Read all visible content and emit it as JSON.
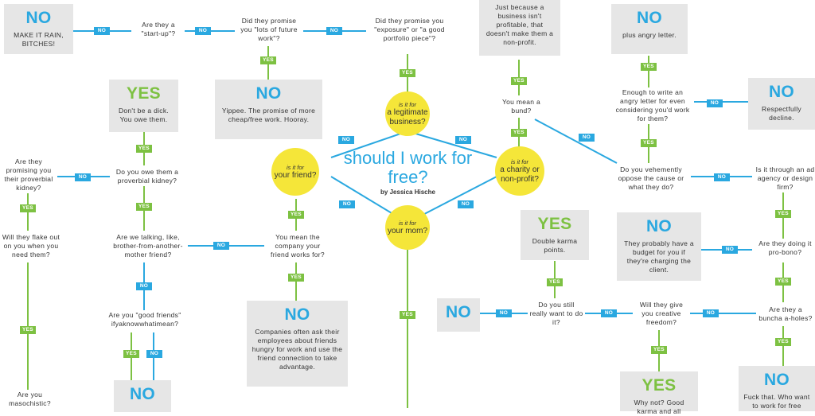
{
  "title": "should I work for free?",
  "byline": "by Jessica Hische",
  "circles": {
    "business": {
      "small": "is it for",
      "large": "a legitimate business?"
    },
    "friend": {
      "small": "is it for",
      "large": "your friend?"
    },
    "charity": {
      "small": "is it for",
      "large": "a charity or non-profit?"
    },
    "mom": {
      "small": "is it for",
      "large": "your mom?"
    }
  },
  "boxes": {
    "rain": {
      "heading": "NO",
      "text": "MAKE IT RAIN, BITCHES!"
    },
    "dick": {
      "heading": "YES",
      "text": "Don't be a dick. You owe them."
    },
    "yippee": {
      "heading": "NO",
      "text": "Yippee. The promise of more cheap/free work. Hooray."
    },
    "nonprofit": {
      "text": "Just because a business isn't profitable, that doesn't make them a non-profit."
    },
    "angry": {
      "heading": "NO",
      "text": "plus angry letter."
    },
    "decline": {
      "heading": "NO",
      "text": "Respectfully decline."
    },
    "karma": {
      "heading": "YES",
      "text": "Double karma points."
    },
    "budget": {
      "heading": "NO",
      "text": "They probably have a budget for you if they're charging the client."
    },
    "companies": {
      "heading": "NO",
      "text": "Companies often ask their employees about friends hungry for work and use the friend connection to take advantage."
    },
    "goodfriends": {
      "heading": "NO"
    },
    "stillwant": {
      "heading": "NO"
    },
    "whynot": {
      "heading": "YES",
      "text": "Why not? Good karma and all"
    },
    "fuckthat": {
      "heading": "NO",
      "text": "Fuck that. Who want to work for free"
    }
  },
  "questions": {
    "startup": "Are they a \"start-up\"?",
    "future": "Did they promise you \"lots of future work\"?",
    "exposure": "Did they promise you \"exposure\" or \"a good portfolio piece\"?",
    "kidney": "Are they promising you their proverbial kidney?",
    "owe": "Do you owe them a proverbial kidney?",
    "flake": "Will they flake out on you when you need them?",
    "brother": "Are we talking, like, brother-from-another-mother friend?",
    "goodfriends": "Are you \"good friends\" ifyaknowwhatimean?",
    "masochistic": "Are you masochistic?",
    "company": "You mean the company your friend works for?",
    "meanbund": "You mean a bund?",
    "enough": "Enough to write an angry letter for even considering you'd work for them?",
    "vehement": "Do you vehemently oppose the cause or what they do?",
    "adagency": "Is it through an ad agency or design firm?",
    "probono": "Are they doing it pro-bono?",
    "stillwant": "Do you still really want to do it?",
    "creative": "Will they give you creative freedom?",
    "ahole": "Are they a buncha a-holes?"
  },
  "tags": {
    "no": "NO",
    "yes": "YES"
  },
  "colors": {
    "no": "#2aa8e0",
    "yes": "#7dc142",
    "circle": "#f5e639",
    "box": "#e6e6e6"
  }
}
